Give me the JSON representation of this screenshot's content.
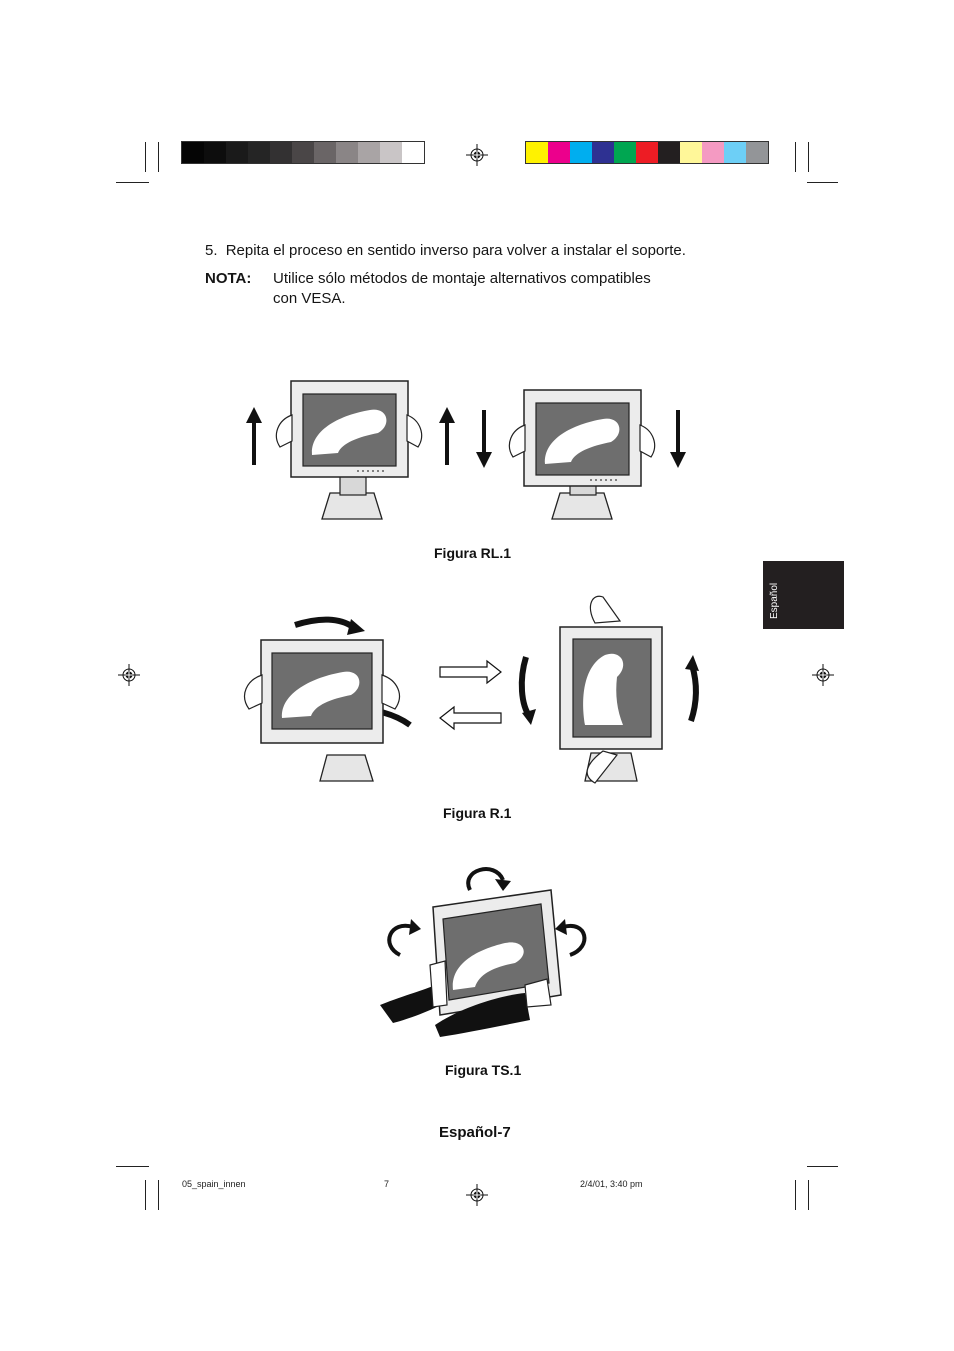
{
  "instructions": {
    "step5_number": "5.",
    "step5_text": "Repita el proceso en sentido inverso para volver a instalar el soporte.",
    "note_label": "NOTA:",
    "note_line1": "Utilice sólo métodos de montaje alternativos compatibles",
    "note_line2": "con VESA."
  },
  "figures": {
    "rl1_caption": "Figura RL.1",
    "r1_caption": "Figura R.1",
    "ts1_caption": "Figura TS.1"
  },
  "page": {
    "number_label": "Español-7",
    "side_tab_label": "Español"
  },
  "footer": {
    "file_name": "05_spain_innen",
    "page_number": "7",
    "timestamp": "2/4/01, 3:40 pm"
  },
  "print_marks": {
    "grayscale_bar": [
      "#050505",
      "#0d0d0d",
      "#1a1a1a",
      "#252525",
      "#333132",
      "#4a4647",
      "#6a6566",
      "#8a8586",
      "#a9a4a5",
      "#c9c5c6",
      "#ffffff"
    ],
    "color_bar": [
      "#fff200",
      "#ec008c",
      "#00aeef",
      "#2e3192",
      "#00a651",
      "#ed1c24",
      "#231f20",
      "#fff799",
      "#f49ac2",
      "#6dcff6",
      "#939598"
    ]
  }
}
